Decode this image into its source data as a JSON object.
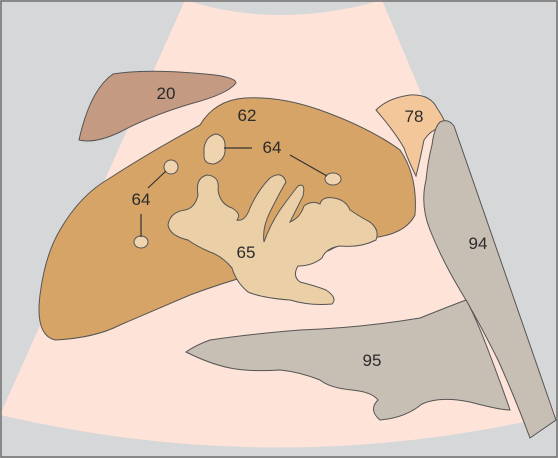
{
  "diagram": {
    "labels": {
      "label_20": "20",
      "label_62": "62",
      "label_64_upper": "64",
      "label_64_left": "64",
      "label_78": "78",
      "label_65": "65",
      "label_94": "94",
      "label_95": "95"
    },
    "colors": {
      "background_gray": "#d6d7d9",
      "frame_outline": "#6e6e6e",
      "sector_field": "#fde3d8",
      "structure_20": "#c49a82",
      "structure_62": "#d6a467",
      "structure_64": "#f0d4b0",
      "structure_65": "#ebcfa6",
      "structure_78": "#f4c79b",
      "structure_94": "#c7beb4",
      "structure_95": "#c7beb4",
      "outline": "#555555"
    }
  }
}
